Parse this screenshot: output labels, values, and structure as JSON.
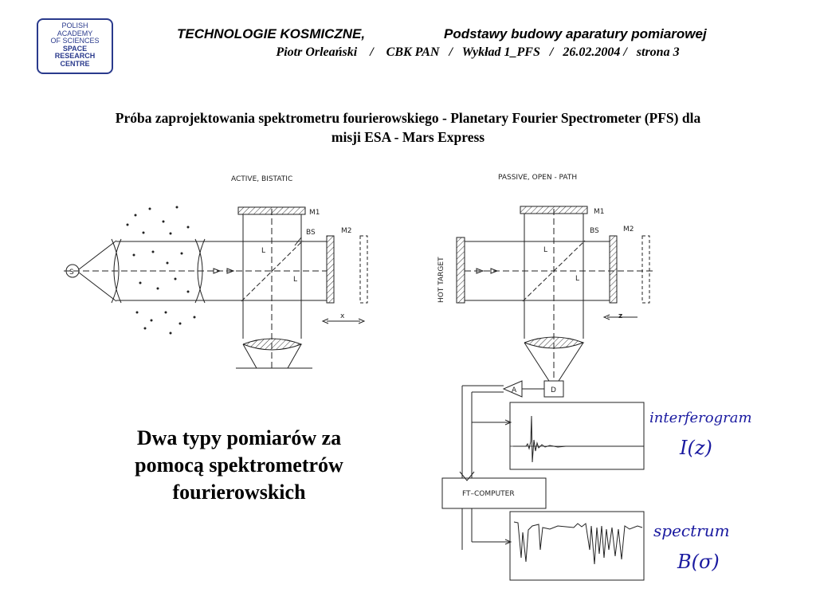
{
  "logo": {
    "line1": "POLISH",
    "line2": "ACADEMY",
    "line3": "OF SCIENCES",
    "line4": "SPACE",
    "line5": "RESEARCH",
    "line6": "CENTRE"
  },
  "header": {
    "left": "TECHNOLOGIE KOSMICZNE,",
    "right": "Podstawy budowy aparatury pomiarowej",
    "info": "Piotr Orleański    /    CBK PAN   /   Wykład 1_PFS   /   26.02.2004 /   strona 3"
  },
  "slide": {
    "title_line1": "Próba zaprojektowania spektrometru fourierowskiego - Planetary Fourier Spectrometer (PFS) dla",
    "title_line2": "misji ESA - Mars Express",
    "subtitle_line1": "Dwa typy pomiarów za",
    "subtitle_line2": "pomocą spektrometrów",
    "subtitle_line3": "fourierowskich"
  },
  "diagram_left": {
    "heading": "ACTIVE, BISTATIC",
    "source": "S",
    "m1": "M1",
    "m2": "M2",
    "bs": "BS",
    "l1": "L",
    "l2": "L",
    "x": "x"
  },
  "diagram_right": {
    "heading": "PASSIVE, OPEN - PATH",
    "hot_target": "HOT TARGET",
    "m1": "M1",
    "m2": "M2",
    "bs": "BS",
    "l1": "L",
    "l2": "L",
    "z": "z",
    "detector": "D",
    "amplifier": "A",
    "computer": "FT–COMPUTER"
  },
  "handwritten": {
    "interferogram": "interferogram",
    "i_z": "I(z)",
    "spectrum": "spectrum",
    "b_sigma": "B(σ)"
  }
}
